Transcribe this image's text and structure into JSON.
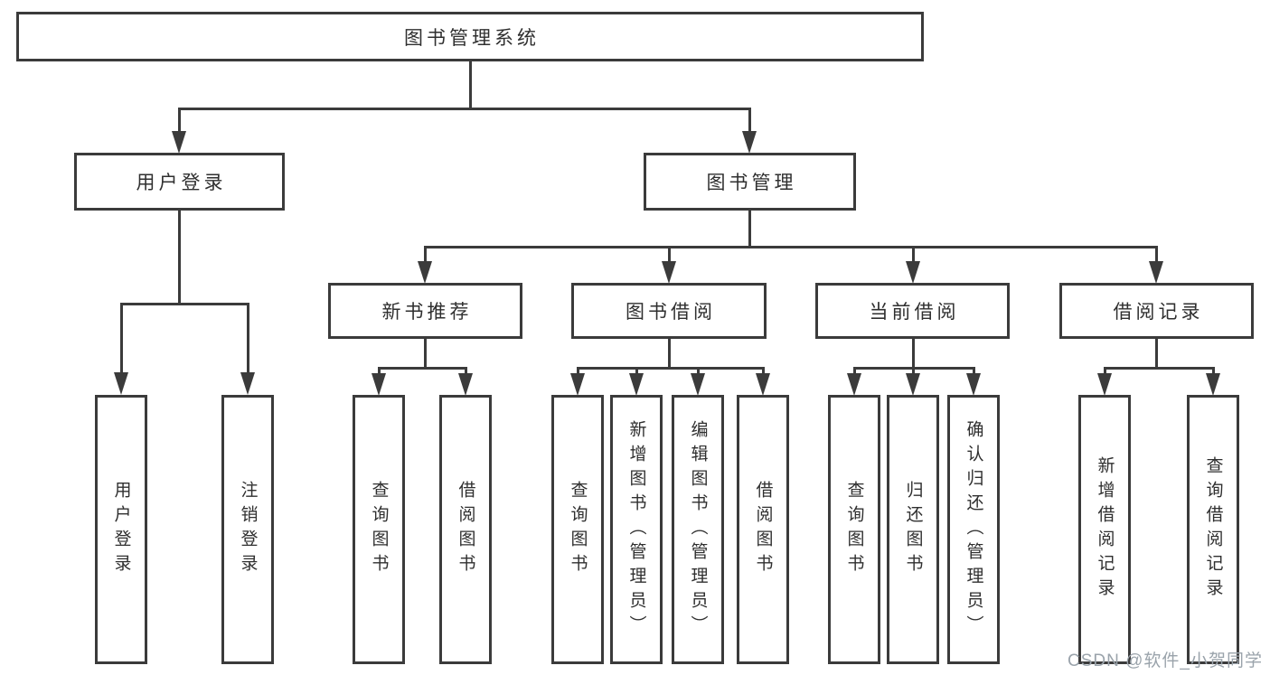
{
  "tree": {
    "root": {
      "label": "图书管理系统"
    },
    "children": [
      {
        "label": "用户登录",
        "children": [
          {
            "label": "用户登录"
          },
          {
            "label": "注销登录"
          }
        ]
      },
      {
        "label": "图书管理",
        "children": [
          {
            "label": "新书推荐",
            "children": [
              {
                "label": "查询图书"
              },
              {
                "label": "借阅图书"
              }
            ]
          },
          {
            "label": "图书借阅",
            "children": [
              {
                "label": "查询图书"
              },
              {
                "label": "新增图书（管理员）"
              },
              {
                "label": "编辑图书（管理员）"
              },
              {
                "label": "借阅图书"
              }
            ]
          },
          {
            "label": "当前借阅",
            "children": [
              {
                "label": "查询图书"
              },
              {
                "label": "归还图书"
              },
              {
                "label": "确认归还（管理员）"
              }
            ]
          },
          {
            "label": "借阅记录",
            "children": [
              {
                "label": "新增借阅记录"
              },
              {
                "label": "查询借阅记录"
              }
            ]
          }
        ]
      }
    ]
  },
  "watermark": {
    "text": "CSDN @软件_小贺同学"
  },
  "colors": {
    "line": "#3b3b3b",
    "text": "#2f2f2f",
    "watermark": "#9aa3ab",
    "background": "#ffffff"
  }
}
